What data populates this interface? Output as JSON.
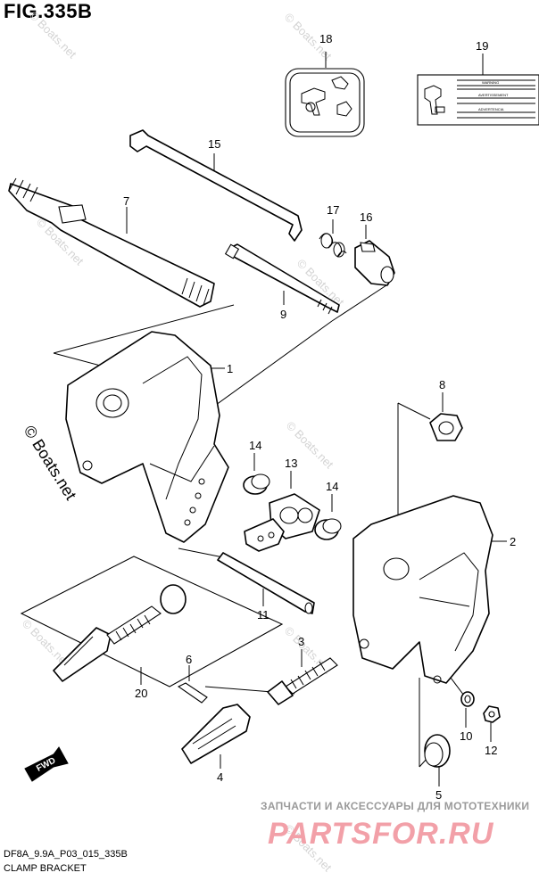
{
  "figure": {
    "title": "FIG.335B",
    "model_code": "DF8A_9.9A_P03_015_335B",
    "assembly_name": "CLAMP BRACKET"
  },
  "parts": [
    {
      "number": "1"
    },
    {
      "number": "2"
    },
    {
      "number": "3"
    },
    {
      "number": "4"
    },
    {
      "number": "5"
    },
    {
      "number": "6"
    },
    {
      "number": "7"
    },
    {
      "number": "8"
    },
    {
      "number": "9"
    },
    {
      "number": "10"
    },
    {
      "number": "11"
    },
    {
      "number": "12"
    },
    {
      "number": "13"
    },
    {
      "number": "14"
    },
    {
      "number": "14"
    },
    {
      "number": "15"
    },
    {
      "number": "16"
    },
    {
      "number": "17"
    },
    {
      "number": "18"
    },
    {
      "number": "19"
    },
    {
      "number": "20"
    }
  ],
  "direction_arrow": {
    "label": "FWD"
  },
  "label_19_text": [
    "WARNING",
    "AVERTISSEMENT",
    "ADVERTENCIA"
  ],
  "watermark": {
    "text": "© Boats.net",
    "color": "#d4d4d4"
  },
  "promo": {
    "tagline": "ЗАПЧАСТИ И АКСЕССУАРЫ ДЛЯ МОТОТЕХНИКИ",
    "logo": "PARTSFOR.RU",
    "logo_color": "#f2a0a8"
  }
}
